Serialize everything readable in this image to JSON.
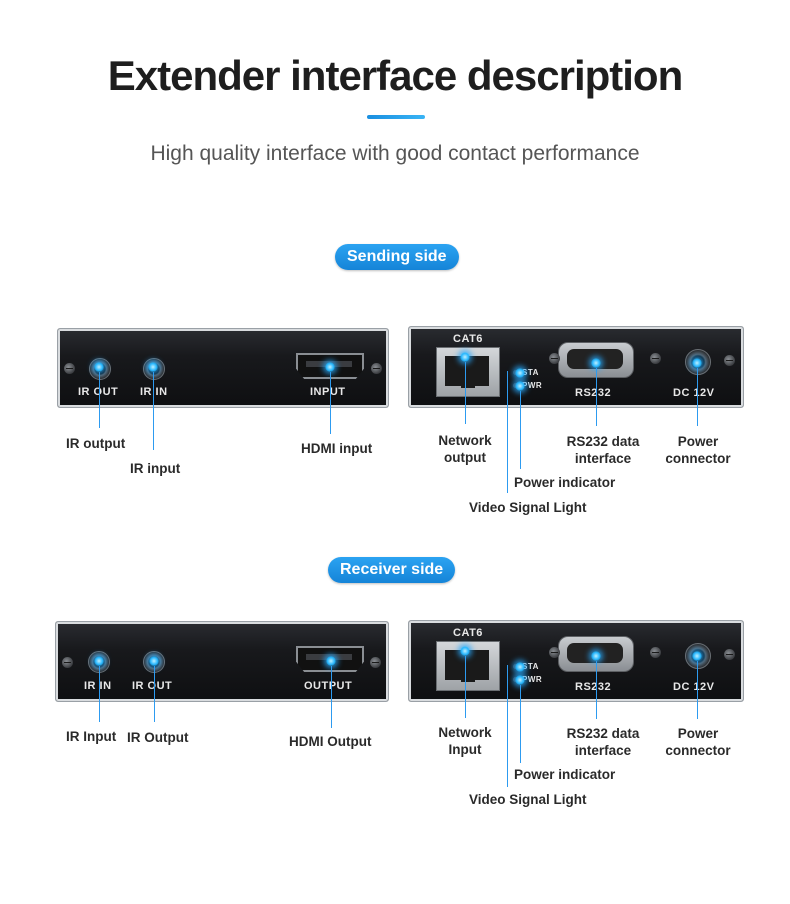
{
  "header": {
    "title": "Extender interface description",
    "subtitle": "High quality interface with good contact performance"
  },
  "colors": {
    "accent": "#1a8fe0",
    "highlight": "#27b7ff",
    "panel": "#131417"
  },
  "sending": {
    "badge": "Sending side",
    "panel_left": {
      "ir_out": "IR OUT",
      "ir_in": "IR IN",
      "hdmi": "INPUT"
    },
    "panel_right": {
      "cat6": "CAT6",
      "sta": "STA",
      "pwr": "PWR",
      "rs232": "RS232",
      "dc": "DC 12V"
    },
    "labels": {
      "ir_output": "IR output",
      "ir_input": "IR input",
      "hdmi_input": "HDMI input",
      "network_line1": "Network",
      "network_line2": "output",
      "rs232_line1": "RS232 data",
      "rs232_line2": "interface",
      "power_line1": "Power",
      "power_line2": "connector",
      "power_indicator": "Power indicator",
      "video_signal": "Video Signal Light"
    }
  },
  "receiver": {
    "badge": "Receiver side",
    "panel_left": {
      "ir_in": "IR IN",
      "ir_out": "IR OUT",
      "hdmi": "OUTPUT"
    },
    "panel_right": {
      "cat6": "CAT6",
      "sta": "STA",
      "pwr": "PWR",
      "rs232": "RS232",
      "dc": "DC 12V"
    },
    "labels": {
      "ir_input": "IR Input",
      "ir_output": "IR Output",
      "hdmi_output": "HDMI Output",
      "network_line1": "Network",
      "network_line2": "Input",
      "rs232_line1": "RS232 data",
      "rs232_line2": "interface",
      "power_line1": "Power",
      "power_line2": "connector",
      "power_indicator": "Power indicator",
      "video_signal": "Video Signal Light"
    }
  }
}
